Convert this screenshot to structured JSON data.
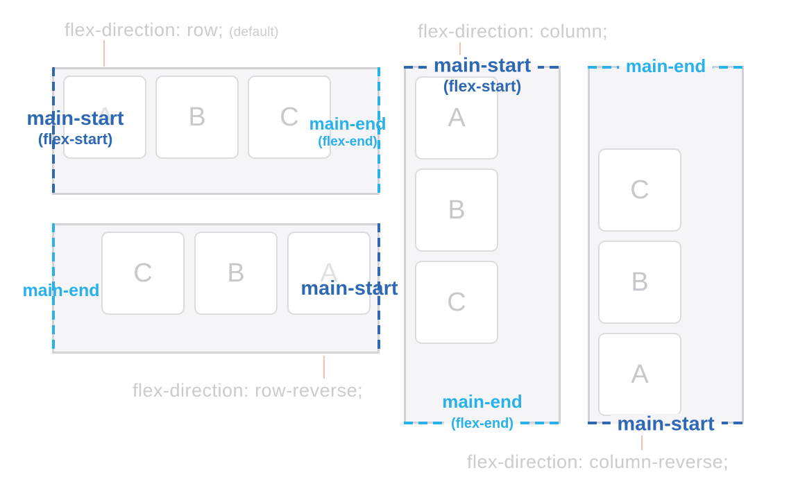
{
  "diagram": "css-flexbox-flex-direction-main-axis",
  "colors": {
    "main_start_blue": "#2e68b3",
    "main_end_cyan": "#29b1ea",
    "title_gray": "#cbcbd0",
    "connector_salmon": "#f5c1a8",
    "container_background": "#f5f5f7",
    "container_border_gray": "#d2d2d6"
  },
  "titles": {
    "row": {
      "text": "flex-direction: row;",
      "suffix": "(default)"
    },
    "row_reverse": {
      "text": "flex-direction: row-reverse;"
    },
    "column": {
      "text": "flex-direction: column;"
    },
    "column_reverse": {
      "text": "flex-direction: column-reverse;"
    }
  },
  "containers": {
    "row": {
      "items": [
        "A",
        "B",
        "C"
      ],
      "labels": {
        "start": "main-start",
        "start_sub": "(flex-start)",
        "end": "main-end",
        "end_sub": "(flex-end)"
      }
    },
    "row_reverse": {
      "items": [
        "C",
        "B",
        "A"
      ],
      "labels": {
        "end": "main-end",
        "start": "main-start"
      }
    },
    "column": {
      "items": [
        "A",
        "B",
        "C"
      ],
      "labels": {
        "start": "main-start",
        "start_sub": "(flex-start)",
        "end": "main-end",
        "end_sub": "(flex-end)"
      }
    },
    "column_reverse": {
      "items": [
        "C",
        "B",
        "A"
      ],
      "labels": {
        "end": "main-end",
        "start": "main-start"
      }
    }
  }
}
